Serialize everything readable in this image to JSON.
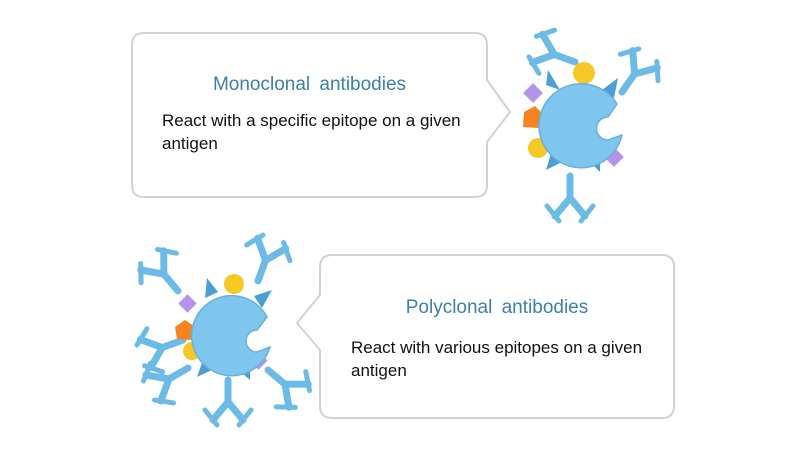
{
  "colors": {
    "antibody": "#6cbbe6",
    "antigen_body": "#7ec6ee",
    "antigen_edge": "#6aaedb",
    "spike": "#4a9fd6",
    "epitope_yellow": "#f6c825",
    "epitope_purple": "#b393ec",
    "epitope_orange": "#f5831f",
    "bubble_border": "#d2d2d2",
    "title_text": "#3d7fa8",
    "body_text": "#111111"
  },
  "panels": {
    "monoclonal": {
      "title": "Monoclonal  antibodies",
      "description": "React with a specific epitope on a given antigen"
    },
    "polyclonal": {
      "title": "Polyclonal  antibodies",
      "description": "React with various epitopes on a given antigen"
    }
  }
}
